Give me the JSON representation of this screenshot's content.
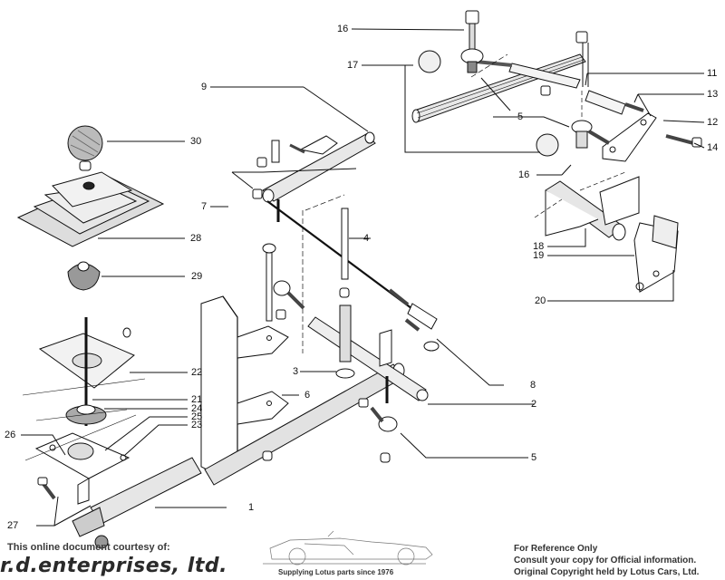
{
  "diagram": {
    "callouts": [
      {
        "id": "c16a",
        "text": "16"
      },
      {
        "id": "c17",
        "text": "17"
      },
      {
        "id": "c9",
        "text": "9"
      },
      {
        "id": "c11",
        "text": "11"
      },
      {
        "id": "c13",
        "text": "13"
      },
      {
        "id": "c12",
        "text": "12"
      },
      {
        "id": "c5a",
        "text": "5"
      },
      {
        "id": "c14",
        "text": "14"
      },
      {
        "id": "c30",
        "text": "30"
      },
      {
        "id": "c16b",
        "text": "16"
      },
      {
        "id": "c7",
        "text": "7"
      },
      {
        "id": "c4",
        "text": "4"
      },
      {
        "id": "c28",
        "text": "28"
      },
      {
        "id": "c18",
        "text": "18"
      },
      {
        "id": "c19",
        "text": "19"
      },
      {
        "id": "c29",
        "text": "29"
      },
      {
        "id": "c20",
        "text": "20"
      },
      {
        "id": "c8",
        "text": "8"
      },
      {
        "id": "c3",
        "text": "3"
      },
      {
        "id": "c22",
        "text": "22"
      },
      {
        "id": "c6",
        "text": "6"
      },
      {
        "id": "c21",
        "text": "21"
      },
      {
        "id": "c24",
        "text": "24"
      },
      {
        "id": "c25",
        "text": "25"
      },
      {
        "id": "c23",
        "text": "23"
      },
      {
        "id": "c2",
        "text": "2"
      },
      {
        "id": "c26",
        "text": "26"
      },
      {
        "id": "c5b",
        "text": "5"
      },
      {
        "id": "c1",
        "text": "1"
      },
      {
        "id": "c27",
        "text": "27"
      }
    ]
  },
  "footer": {
    "courtesy": "This online document courtesy of:",
    "brand": "r.d.enterprises, ltd.",
    "tagline": "Supplying Lotus parts since 1976",
    "reference_lines": [
      "For Reference Only",
      "Consult your copy for Official information.",
      "Original Copyright held by Lotus Cars, Ltd."
    ]
  },
  "colors": {
    "ink": "#111111",
    "footer_text": "#333333",
    "background": "#ffffff"
  }
}
